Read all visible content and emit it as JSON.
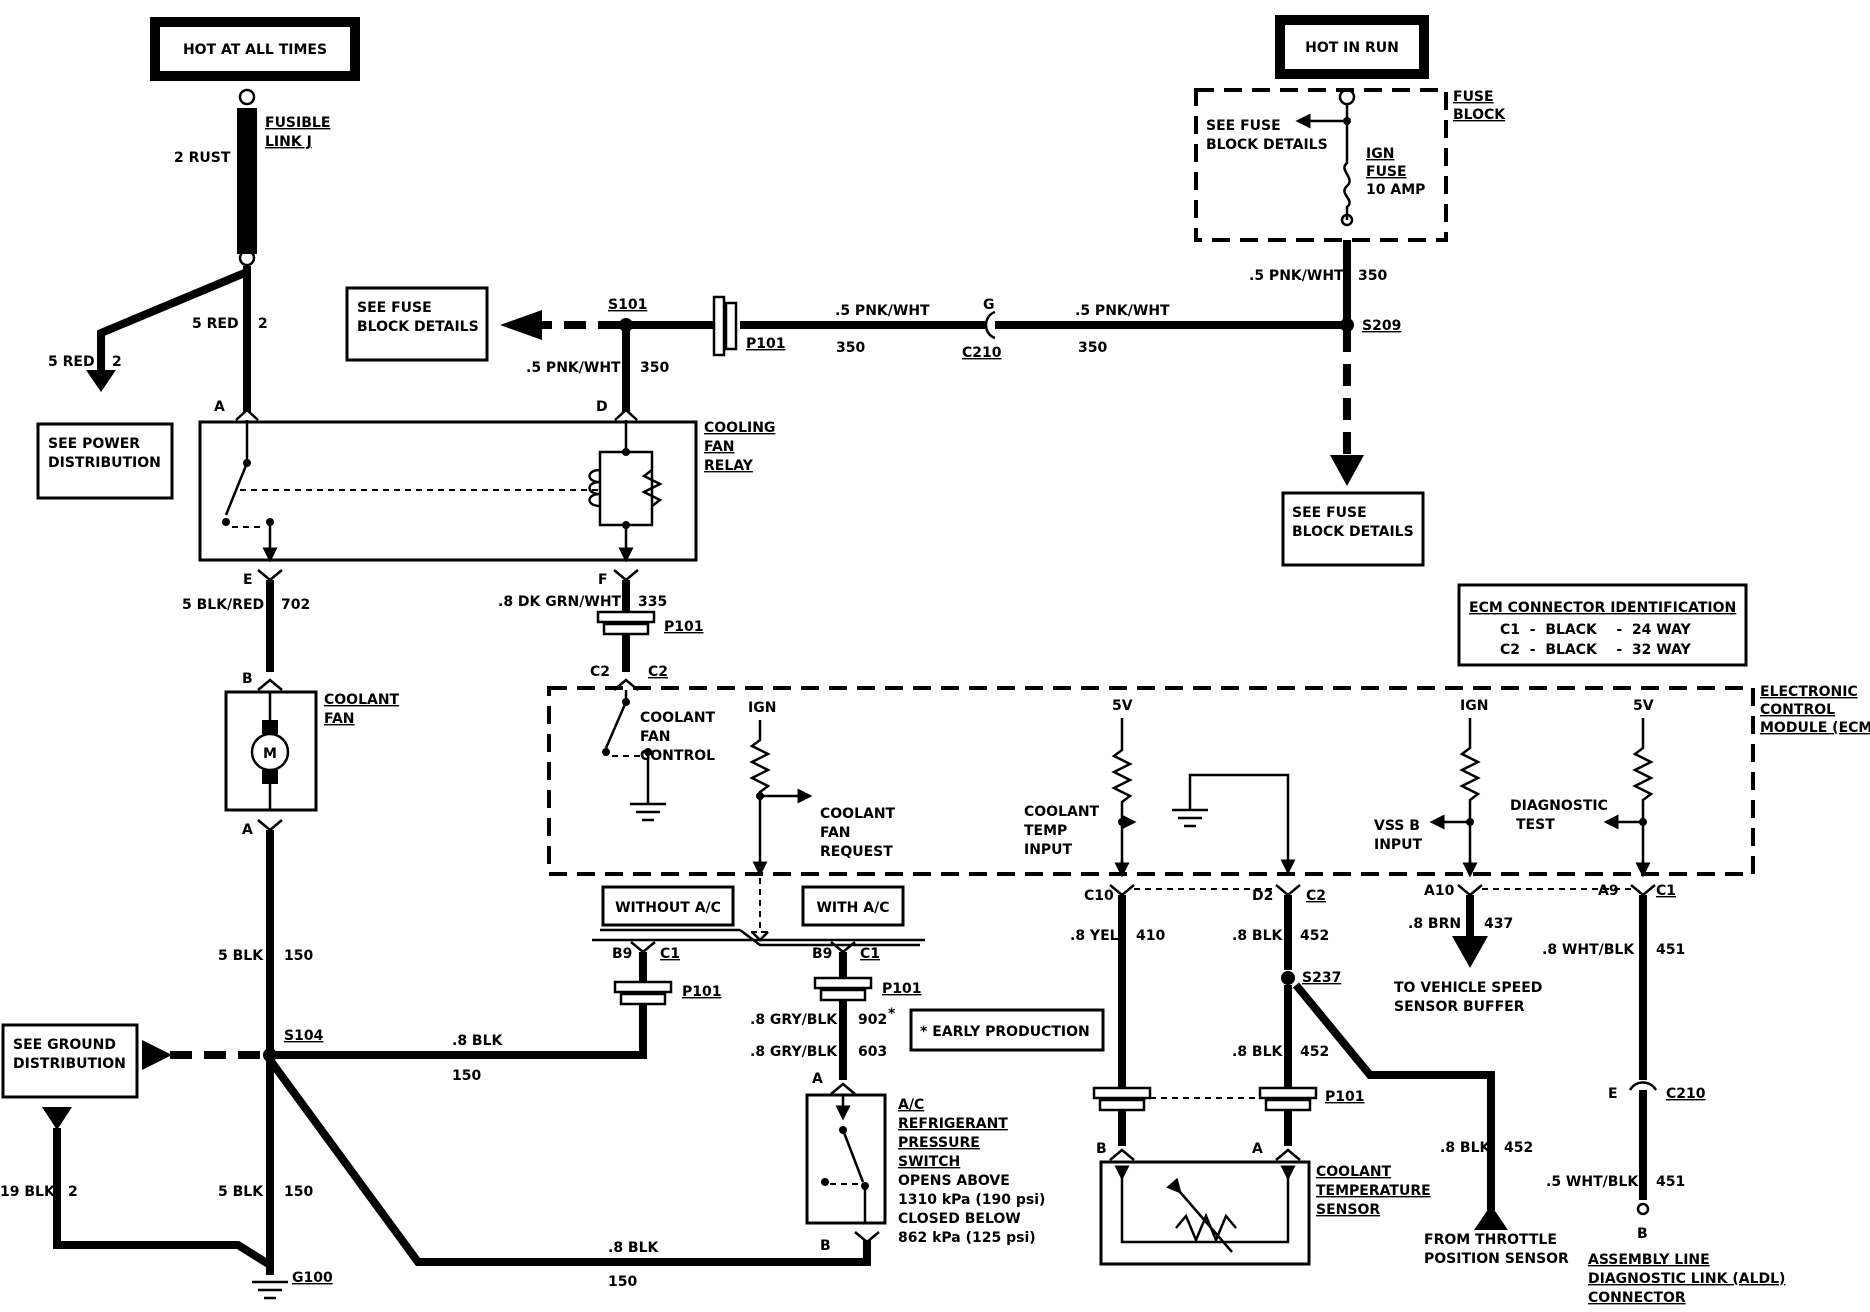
{
  "power_sources": {
    "hot_at_all_times": "HOT AT ALL TIMES",
    "hot_in_run": "HOT IN RUN"
  },
  "fuse_block": {
    "title_1": "FUSE",
    "title_2": "BLOCK",
    "see_1": "SEE FUSE",
    "see_2": "BLOCK DETAILS",
    "ign_1": "IGN",
    "ign_2": "FUSE",
    "ign_3": "10 AMP"
  },
  "fusible_link": {
    "label_1": "FUSIBLE",
    "label_2": "LINK J",
    "wire": "2 RUST"
  },
  "refs": {
    "power_dist_1": "SEE POWER",
    "power_dist_2": "DISTRIBUTION",
    "fuse_details_1": "SEE FUSE",
    "fuse_details_2": "BLOCK DETAILS",
    "ground_dist_1": "SEE GROUND",
    "ground_dist_2": "DISTRIBUTION"
  },
  "relay": {
    "l1": "COOLING",
    "l2": "FAN",
    "l3": "RELAY"
  },
  "fan": {
    "l1": "COOLANT",
    "l2": "FAN",
    "motor": "M"
  },
  "ecm": {
    "l1": "ELECTRONIC",
    "l2": "CONTROL",
    "l3": "MODULE (ECM)",
    "ign": "IGN",
    "five_v": "5V",
    "fan_control_1": "COOLANT",
    "fan_control_2": "FAN",
    "fan_control_3": "CONTROL",
    "fan_request_1": "COOLANT",
    "fan_request_2": "FAN",
    "fan_request_3": "REQUEST",
    "temp_input_1": "COOLANT",
    "temp_input_2": "TEMP",
    "temp_input_3": "INPUT",
    "vss_1": "VSS B",
    "vss_2": "INPUT",
    "diag_1": "DIAGNOSTIC",
    "diag_2": "TEST"
  },
  "connector_id": {
    "title": "ECM CONNECTOR IDENTIFICATION",
    "row1": "C1  -  BLACK    -  24 WAY",
    "row2": "C2  -  BLACK    -  32 WAY"
  },
  "options": {
    "without_ac": "WITHOUT A/C",
    "with_ac": "WITH A/C",
    "early": "* EARLY PRODUCTION"
  },
  "ac_switch": {
    "l1": "A/C",
    "l2": "REFRIGERANT",
    "l3": "PRESSURE",
    "l4": "SWITCH",
    "l5": "OPENS ABOVE",
    "l6": "1310 kPa (190 psi)",
    "l7": "CLOSED BELOW",
    "l8": "862 kPa (125 psi)"
  },
  "sensor": {
    "l1": "COOLANT",
    "l2": "TEMPERATURE",
    "l3": "SENSOR"
  },
  "destinations": {
    "vss_1": "TO VEHICLE SPEED",
    "vss_2": "SENSOR BUFFER",
    "tps_1": "FROM THROTTLE",
    "tps_2": "POSITION SENSOR",
    "aldl_1": "ASSEMBLY LINE",
    "aldl_2": "DIAGNOSTIC LINK (ALDL)",
    "aldl_3": "CONNECTOR"
  },
  "splices": {
    "s101": "S101",
    "s104": "S104",
    "s209": "S209",
    "s237": "S237",
    "g100": "G100"
  },
  "connectors": {
    "p101": "P101",
    "c210": "C210",
    "g": "G",
    "a": "A",
    "b": "B",
    "d": "D",
    "e": "E",
    "f": "F",
    "c1": "C1",
    "c2": "C2",
    "b9": "B9",
    "c10": "C10",
    "d2": "D2",
    "a10": "A10",
    "a9": "A9"
  },
  "wires": {
    "pnk_wht": ".5 PNK/WHT",
    "c350": "350",
    "red5": "5 RED",
    "c2": "2",
    "blk_red": "5 BLK/RED",
    "c702": "702",
    "dk_grn": ".8 DK GRN/WHT",
    "c335": "335",
    "blk5": "5 BLK",
    "c150": "150",
    "blk8": ".8 BLK",
    "blk19": "19 BLK",
    "gry_blk": ".8 GRY/BLK",
    "c902": "902",
    "c603": "603",
    "yel": ".8 YEL",
    "c410": "410",
    "c452": "452",
    "brn": ".8 BRN",
    "c437": "437",
    "wht_blk8": ".8 WHT/BLK",
    "wht_blk5": ".5 WHT/BLK",
    "c451": "451"
  }
}
